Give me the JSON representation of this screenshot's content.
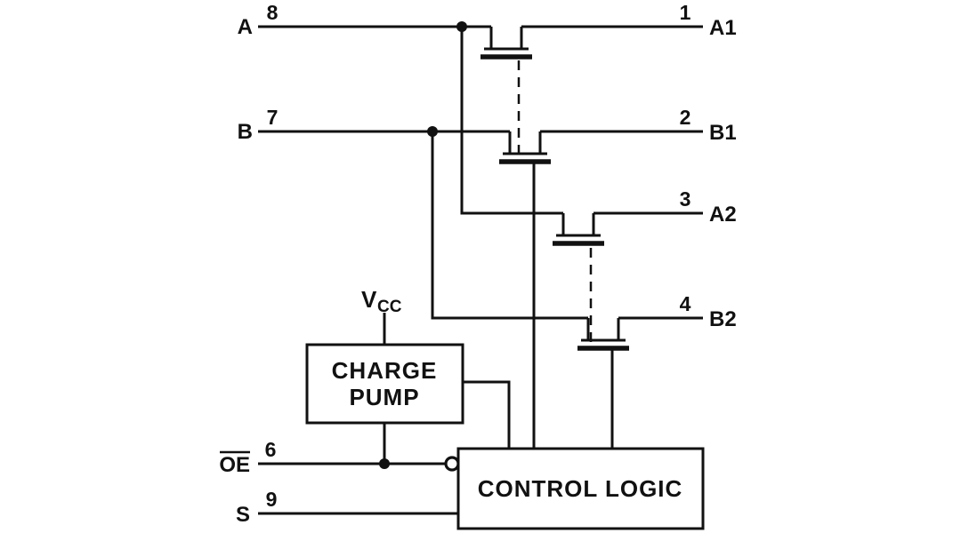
{
  "diagram": {
    "type": "functional-block-schematic",
    "colors": {
      "line": "#111111",
      "background": "#ffffff"
    },
    "pins": {
      "a": {
        "label": "A",
        "number": "8"
      },
      "b": {
        "label": "B",
        "number": "7"
      },
      "oe": {
        "label": "OE",
        "number": "6"
      },
      "s": {
        "label": "S",
        "number": "9"
      },
      "a1": {
        "label": "A1",
        "number": "1"
      },
      "b1": {
        "label": "B1",
        "number": "2"
      },
      "a2": {
        "label": "A2",
        "number": "3"
      },
      "b2": {
        "label": "B2",
        "number": "4"
      }
    },
    "power": {
      "vcc_letter": "V",
      "vcc_subscript": "CC"
    },
    "blocks": {
      "charge_pump": {
        "line1": "CHARGE",
        "line2": "PUMP"
      },
      "control_logic": {
        "label": "CONTROL LOGIC"
      }
    }
  }
}
